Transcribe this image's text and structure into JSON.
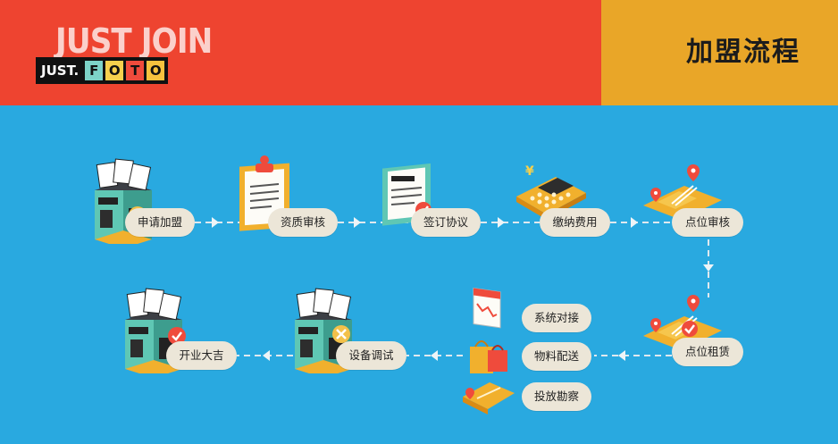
{
  "header": {
    "join_text": "JUST JOIN",
    "logo_just": "JUST.",
    "logo_letters": [
      "F",
      "O",
      "T",
      "O"
    ],
    "logo_colors": [
      "#7dd3c8",
      "#f6d04d",
      "#ef4b3c",
      "#f6c23e"
    ],
    "title": "加盟流程",
    "colors": {
      "left": "#ee4430",
      "right": "#e9a628",
      "background": "#29a9e0"
    }
  },
  "steps": {
    "apply": "申请加盟",
    "qualify": "资质审核",
    "sign": "签订协议",
    "pay": "缴纳费用",
    "site_review": "点位审核",
    "site_lease": "点位租赁",
    "system": "系统对接",
    "materials": "物料配送",
    "survey": "投放勘察",
    "debug": "设备调试",
    "open": "开业大吉"
  },
  "icons": {
    "currency": "¥"
  }
}
